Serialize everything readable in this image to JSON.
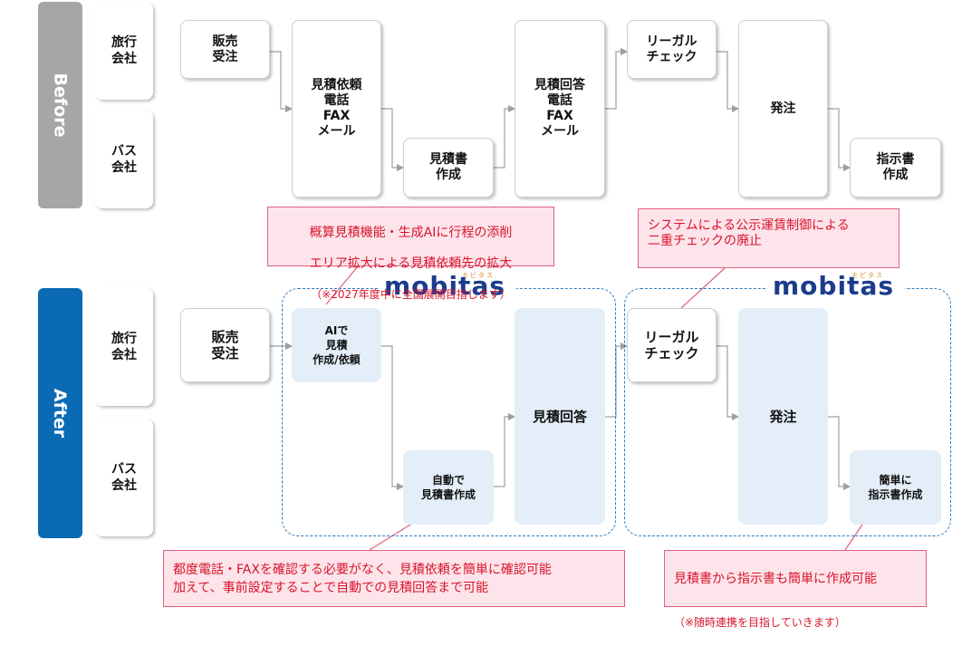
{
  "phases": {
    "before": "Before",
    "after": "After"
  },
  "rows": {
    "travel": "旅行\n会社",
    "bus": "バス\n会社"
  },
  "before": {
    "hanbai": "販売\n受注",
    "irai": "見積依頼\n電話\nFAX\nメール",
    "mitsumorisho": "見積書\n作成",
    "kaito": "見積回答\n電話\nFAX\nメール",
    "legal": "リーガル\nチェック",
    "hatchu": "発注",
    "shiji": "指示書\n作成"
  },
  "after": {
    "hanbai": "販売\n受注",
    "ai": "AIで\n見積\n作成/依頼",
    "jido": "自動で\n見積書作成",
    "kaito": "見積回答",
    "legal": "リーガル\nチェック",
    "hatchu": "発注",
    "shiji": "簡単に\n指示書作成"
  },
  "logo": {
    "text": "mobitas",
    "ruby": "モビタス"
  },
  "callouts": {
    "top_left": {
      "line1": "概算見積機能・生成AIに行程の添削",
      "line2": "エリア拡大による見積依頼先の拡大",
      "note": "（※2027年度中に全国展開目指します）"
    },
    "top_right": {
      "text": "システムによる公示運賃制御による\n二重チェックの廃止"
    },
    "bottom_left": {
      "text": "都度電話・FAXを確認する必要がなく、見積依頼を簡単に確認可能\n加えて、事前設定することで自動での見積回答まで可能"
    },
    "bottom_right": {
      "text": "見積書から指示書も簡単に作成可能",
      "note": "（※随時連携を目指していきます）"
    }
  },
  "colors": {
    "after_phase": "#0a6ab3",
    "before_phase": "#a6a6a6",
    "callout_text": "#d9142c",
    "callout_bg": "#fde4ea",
    "logo": "#1b3c8c"
  }
}
